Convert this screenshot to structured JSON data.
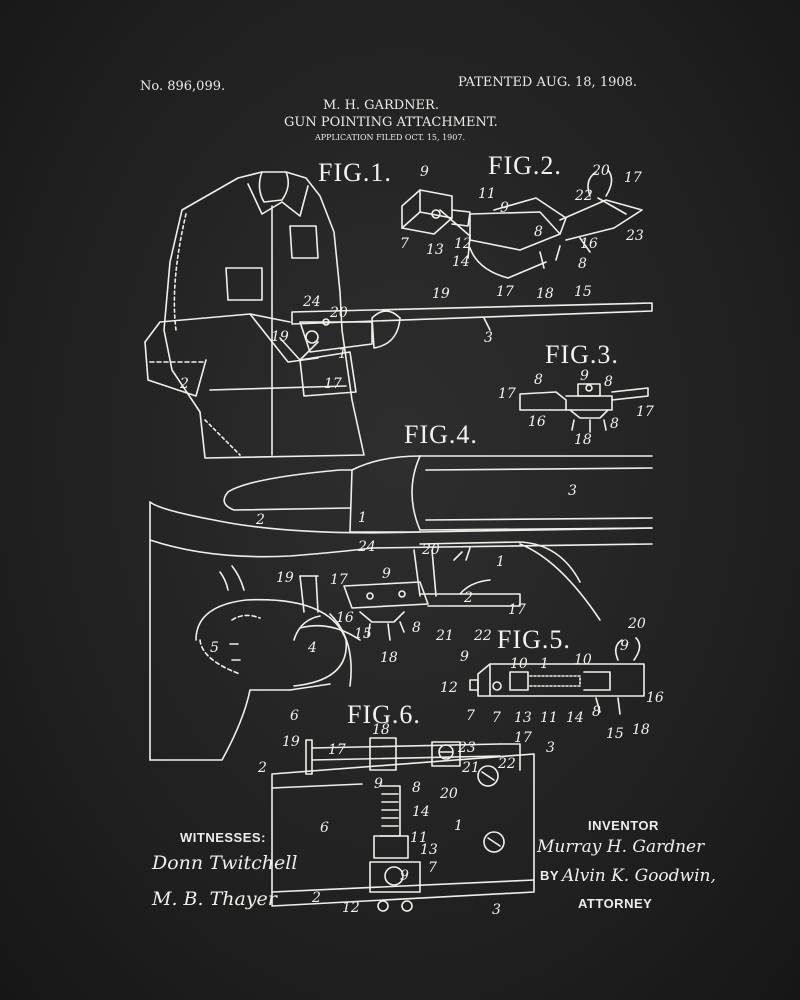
{
  "header": {
    "number": "No. 896,099.",
    "patented": "PATENTED AUG. 18, 1908.",
    "inventor_name": "M. H. GARDNER.",
    "title": "GUN POINTING ATTACHMENT.",
    "filed": "APPLICATION FILED OCT. 15, 1907."
  },
  "figures": {
    "fig1": "FIG.1.",
    "fig2": "FIG.2.",
    "fig3": "FIG.3.",
    "fig4": "FIG.4.",
    "fig5": "FIG.5.",
    "fig6": "FIG.6."
  },
  "footer": {
    "witnesses_label": "WITNESSES:",
    "witness1": "Donn Twitchell",
    "witness2": "M. B. Thayer",
    "inventor_label": "INVENTOR",
    "inventor_signature": "Murray H. Gardner",
    "by_label": "BY",
    "attorney_signature": "Alvin K. Goodwin,",
    "attorney_label": "ATTORNEY"
  },
  "colors": {
    "background": "#222222",
    "ink": "#f2f2ee"
  }
}
